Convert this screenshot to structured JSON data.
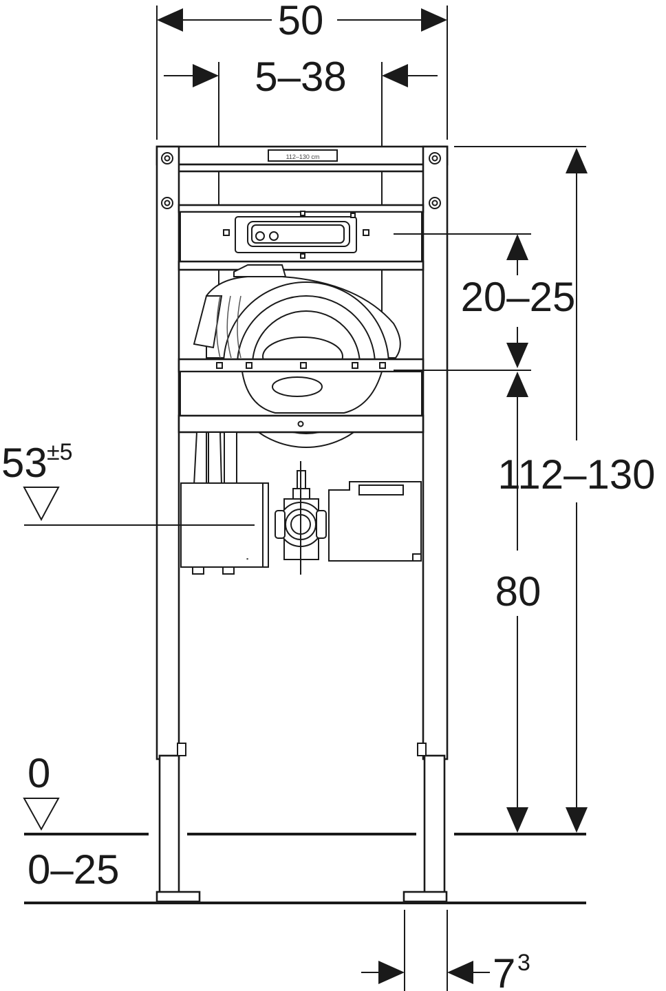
{
  "dimensions": {
    "total_width": "50",
    "inner_width": "5–38",
    "actuator_offset": "20–25",
    "total_height": "112–130",
    "mid_height": "80",
    "drain_height": "53",
    "drain_height_tolerance": "±5",
    "floor_level": "0",
    "leg_extension": "0–25",
    "foot_offset": "7",
    "foot_offset_sup": "3"
  },
  "frame": {
    "range_label": "112–130 cm"
  },
  "colors": {
    "line": "#1a1a1a",
    "background": "#ffffff"
  }
}
